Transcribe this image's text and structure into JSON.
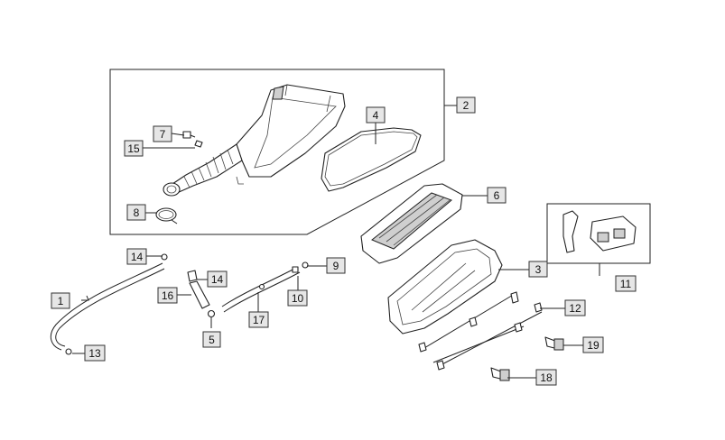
{
  "colors": {
    "line": "#222222",
    "label_box": "#e6e6e6",
    "background": "#ffffff"
  },
  "callouts": [
    {
      "id": "c1",
      "number": "1"
    },
    {
      "id": "c2",
      "number": "2"
    },
    {
      "id": "c3",
      "number": "3"
    },
    {
      "id": "c4",
      "number": "4"
    },
    {
      "id": "c5",
      "number": "5"
    },
    {
      "id": "c6",
      "number": "6"
    },
    {
      "id": "c7",
      "number": "7"
    },
    {
      "id": "c8",
      "number": "8"
    },
    {
      "id": "c9",
      "number": "9"
    },
    {
      "id": "c10",
      "number": "10"
    },
    {
      "id": "c11",
      "number": "11"
    },
    {
      "id": "c12",
      "number": "12"
    },
    {
      "id": "c13",
      "number": "13"
    },
    {
      "id": "c14a",
      "number": "14"
    },
    {
      "id": "c14b",
      "number": "14"
    },
    {
      "id": "c15",
      "number": "15"
    },
    {
      "id": "c16",
      "number": "16"
    },
    {
      "id": "c17",
      "number": "17"
    },
    {
      "id": "c18",
      "number": "18"
    },
    {
      "id": "c19",
      "number": "19"
    }
  ]
}
